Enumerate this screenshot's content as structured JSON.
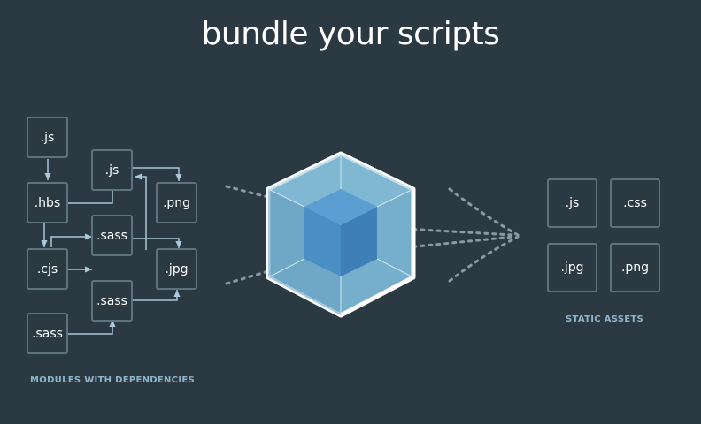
{
  "title": "bundle your scripts",
  "modules": {
    "caption": "MODULES WITH DEPENDENCIES",
    "js_top": ".js",
    "hbs": ".hbs",
    "js_mid": ".js",
    "png": ".png",
    "sass_top": ".sass",
    "cjs": ".cjs",
    "jpg": ".jpg",
    "sass_mid": ".sass",
    "sass_bottom": ".sass"
  },
  "assets": {
    "caption": "STATIC ASSETS",
    "js": ".js",
    "css": ".css",
    "jpg": ".jpg",
    "png": ".png"
  },
  "colors": {
    "background": "#2b3a42",
    "box_border": "#5f737d",
    "arrow": "#a9c8d8",
    "cube_outer": "#8ed6fb",
    "cube_inner": "#1c78c0",
    "caption": "#8fb3c8"
  }
}
